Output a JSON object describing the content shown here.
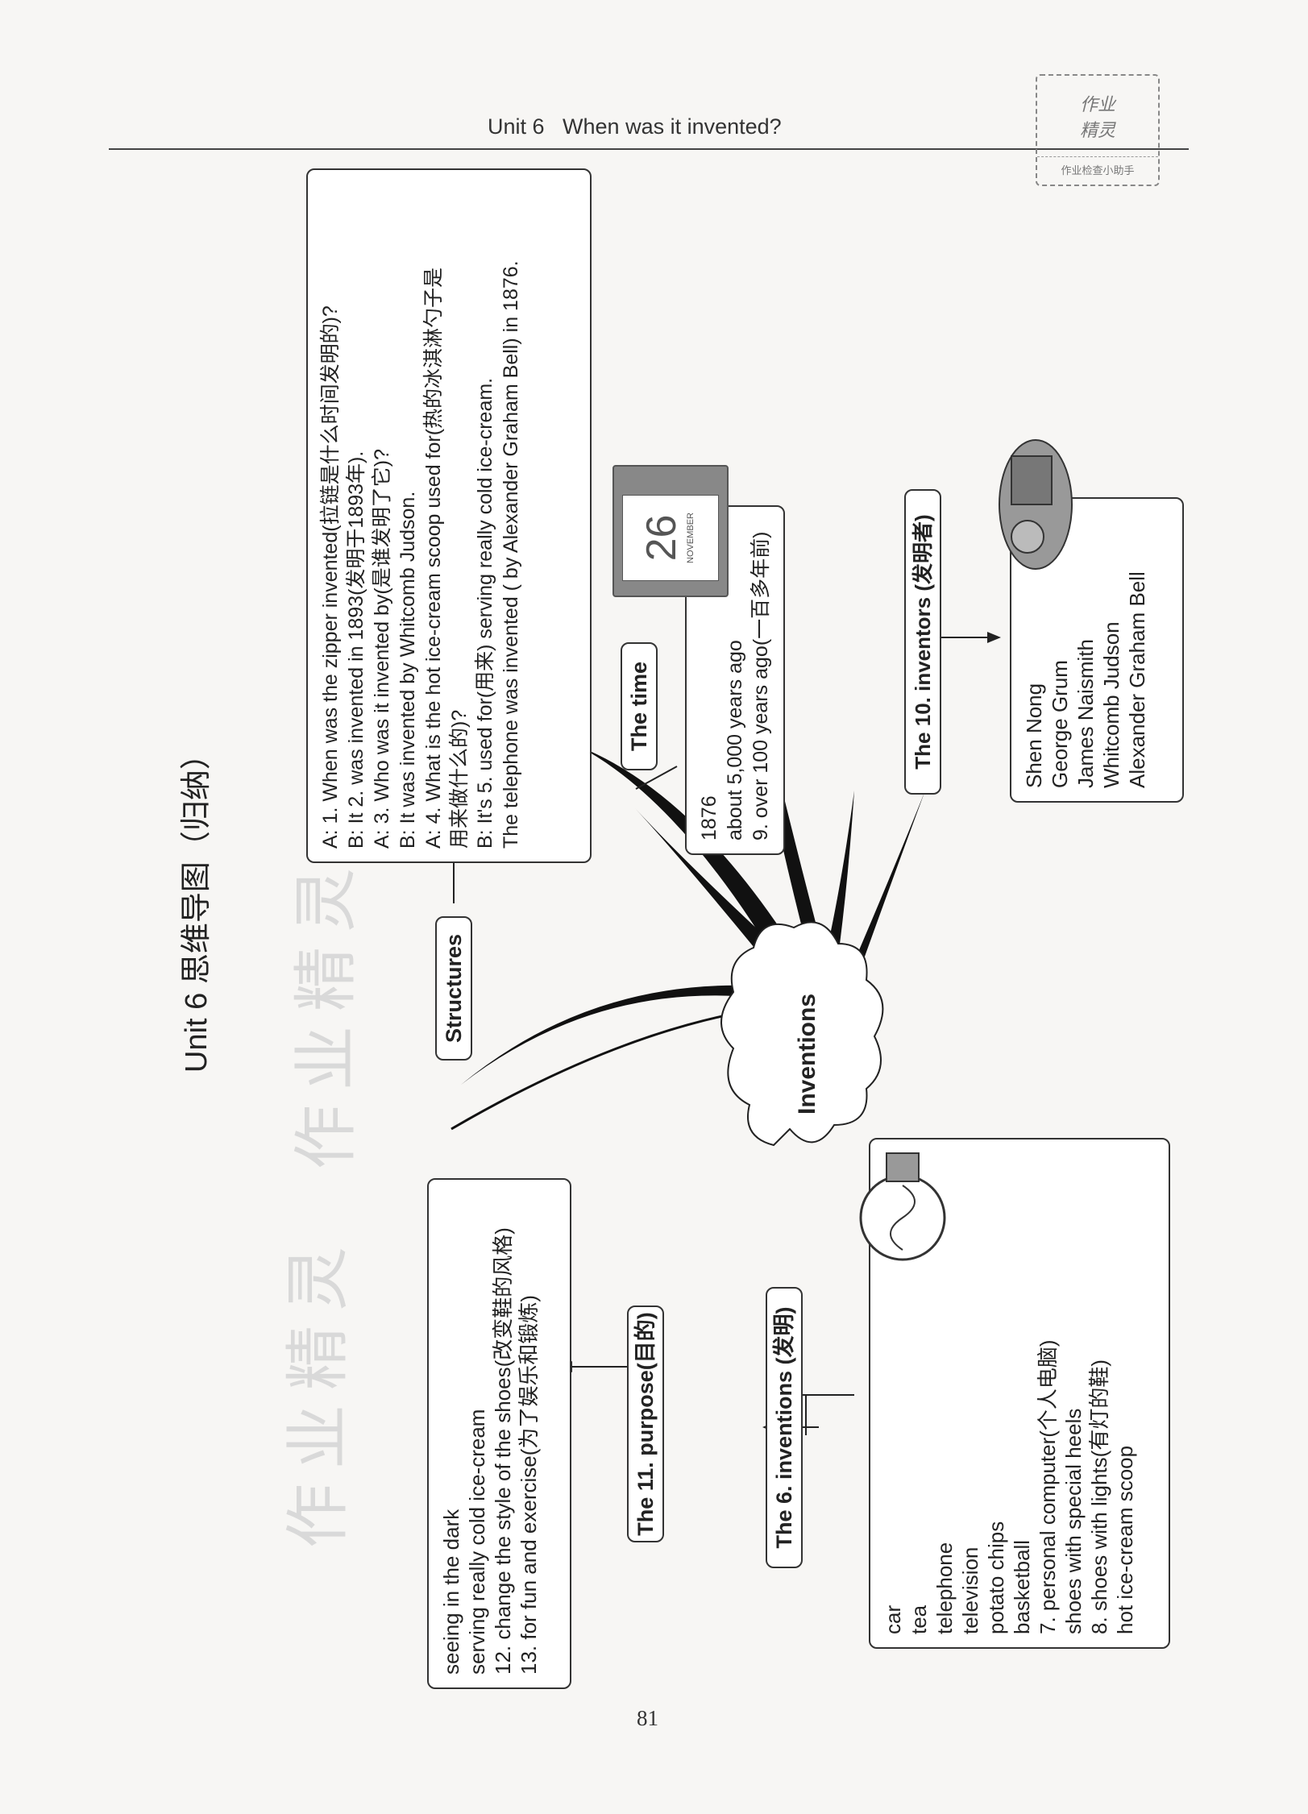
{
  "header": {
    "unit_title": "Unit 6   When was it invented?",
    "stamp_line1": "作业",
    "stamp_line2": "精灵",
    "stamp_line3": "作业检查小助手"
  },
  "title": "Unit 6   思维导图（归纳）",
  "watermark_text": "作业精灵",
  "center_label": "Inventions",
  "structures": {
    "label": "Structures",
    "lines": [
      "A: 1. When was the zipper invented(拉链是什么时间发明的)?",
      "B: It 2. was invented in 1893(发明于1893年).",
      "A: 3. Who was it invented by(是谁发明了它)?",
      "B: It was invented by Whitcomb Judson.",
      "A: 4. What is the hot ice-cream scoop used for(热的冰淇淋勺子是",
      "用来做什么的)?",
      "B: It's 5. used for(用来) serving really cold ice-cream.",
      "The telephone was invented ( by Alexander Graham Bell) in 1876."
    ]
  },
  "time": {
    "label": "The time",
    "lines": [
      "1876",
      "about 5,000 years ago",
      "9. over 100 years ago(一百多年前)"
    ],
    "calendar_day": "26",
    "calendar_month": "NOVEMBER"
  },
  "inventors": {
    "label": "The 10. inventors (发明者)",
    "names": [
      "Shen Nong",
      "George Grum",
      "James Naismith",
      "Whitcomb Judson",
      "Alexander Graham Bell"
    ]
  },
  "purpose": {
    "label": "The 11. purpose(目的)",
    "lines": [
      "seeing in the dark",
      "serving really cold ice-cream",
      "12. change the style of the shoes(改变鞋的风格)",
      "13. for fun and exercise(为了娱乐和锻炼)"
    ]
  },
  "inventions": {
    "label": "The 6. inventions (发明)",
    "lines": [
      "car",
      "tea",
      "telephone",
      "television",
      "potato chips",
      "basketball",
      "7. personal computer(个人电脑)",
      "shoes with special heels",
      "8. shoes with lights(有灯的鞋)",
      "hot ice-cream scoop"
    ]
  },
  "page_number": "81"
}
